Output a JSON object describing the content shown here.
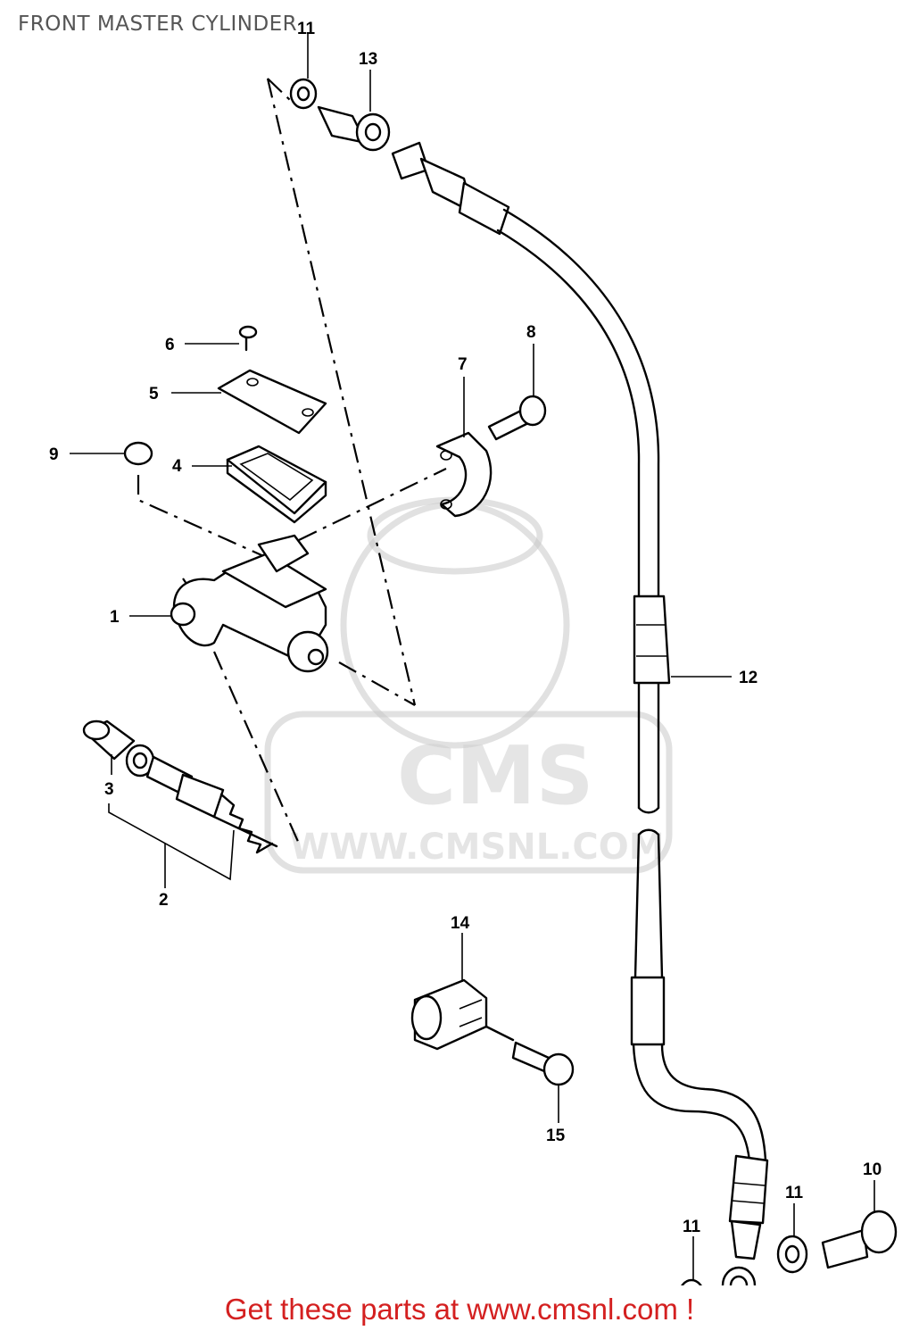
{
  "title": "FRONT MASTER CYLINDER",
  "watermark": {
    "brand": "CMS",
    "url": "WWW.CMSNL.COM"
  },
  "footer": "Get these parts at www.cmsnl.com !",
  "callouts": [
    "1",
    "2",
    "3",
    "4",
    "5",
    "6",
    "7",
    "8",
    "9",
    "10",
    "11",
    "11",
    "11",
    "12",
    "13",
    "14",
    "15"
  ],
  "colors": {
    "footer": "#d42020",
    "title": "#555555",
    "watermark": "#c8c8c8"
  }
}
